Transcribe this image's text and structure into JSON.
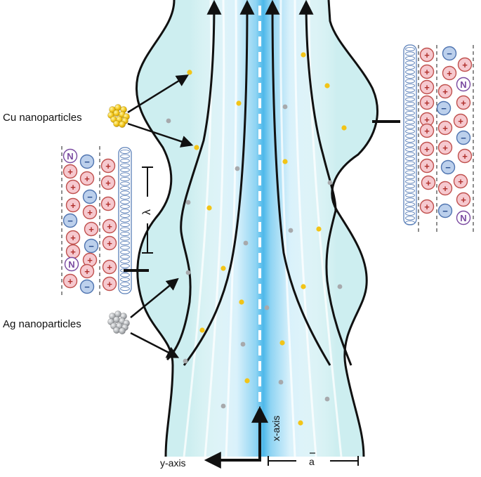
{
  "labels": {
    "cu_nanoparticles": "Cu nanoparticles",
    "ag_nanoparticles": "Ag nanoparticles",
    "wavelength": "λ",
    "x_axis": "x-axis",
    "y_axis": "y-axis",
    "half_width": "a"
  },
  "ions": {
    "plus": "+",
    "minus": "−",
    "neutral": "N"
  },
  "colors": {
    "fluid": "#cdeef0",
    "core_flow": "#5bc0ea",
    "cu_particle": "#f2c417",
    "ag_particle": "#a7a9ac",
    "cation_fill": "#f6c9cf",
    "cation_stroke": "#c0504d",
    "anion_fill": "#bcd0ec",
    "anion_stroke": "#4f74b0",
    "neutral_stroke": "#7a4aa0",
    "wall_stroke": "#111111",
    "streamline": "#111111"
  }
}
